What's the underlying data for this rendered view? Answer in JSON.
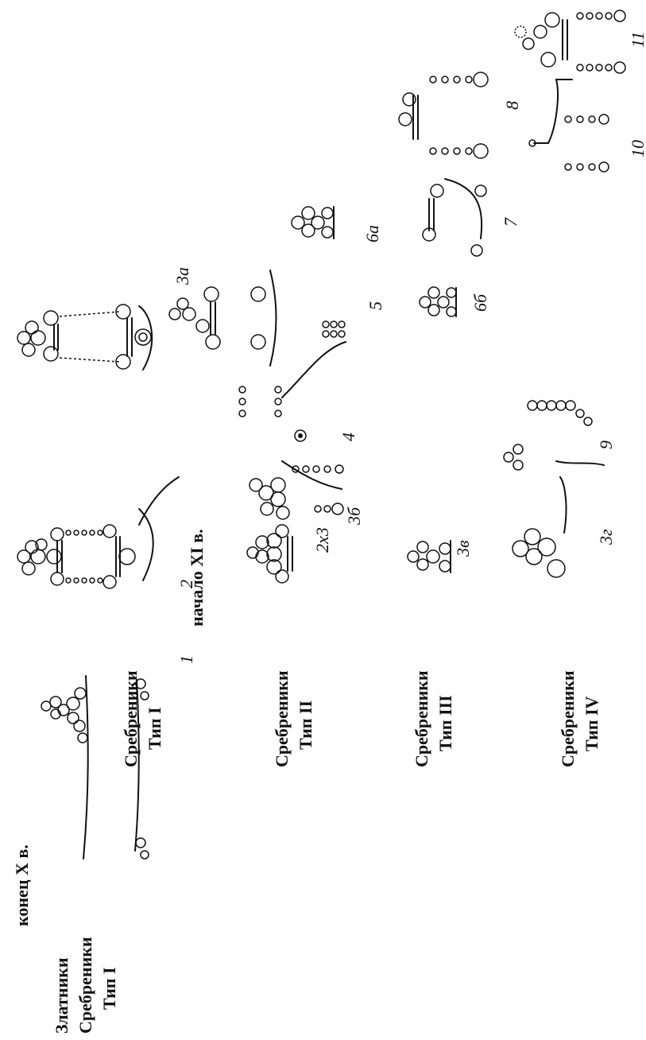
{
  "era_labels": {
    "end_10th": "конец X в.",
    "begin_11th": "начало XI в."
  },
  "group_labels": {
    "zlatniki_lines": [
      "Златники",
      "Сребреники",
      "Тип I"
    ],
    "srebreniki_1_lines": [
      "Сребреники",
      "Тип I"
    ],
    "srebreniki_2_lines": [
      "Сребреники",
      "Тип II"
    ],
    "srebreniki_3_lines": [
      "Сребреники",
      "Тип III"
    ],
    "srebreniki_4_lines": [
      "Сребреники",
      "Тип IV"
    ]
  },
  "figure_numbers": {
    "f1": "1",
    "f2": "2",
    "f2x3": "2х3",
    "f3a": "3а",
    "f3b": "3б",
    "f3v": "3в",
    "f3g": "3г",
    "f4": "4",
    "f5": "5",
    "f6a": "6а",
    "f6b": "6б",
    "f7": "7",
    "f8": "8",
    "f9": "9",
    "f10": "10",
    "f11": "11"
  }
}
